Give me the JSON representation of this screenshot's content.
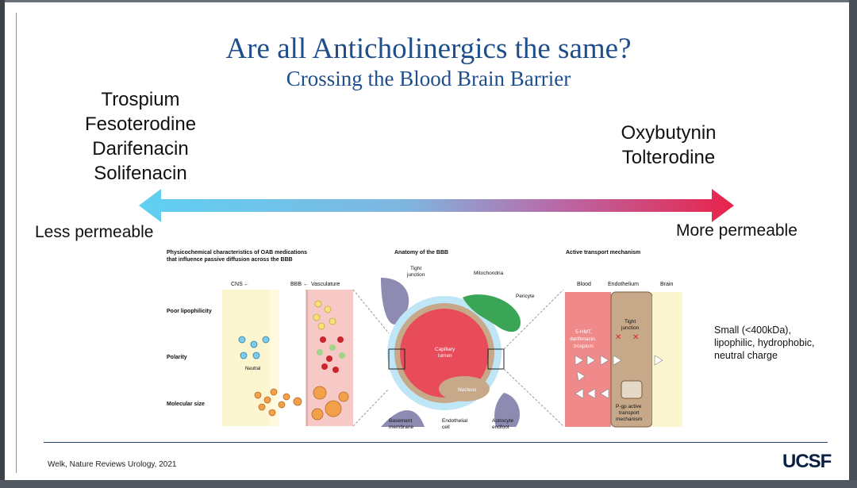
{
  "title": "Are all Anticholinergics the same?",
  "subtitle": "Crossing the Blood Brain Barrier",
  "left_drugs": [
    "Trospium",
    "Fesoterodine",
    "Darifenacin",
    "Solifenacin"
  ],
  "right_drugs": [
    "Oxybutynin",
    "Tolterodine"
  ],
  "less_label": "Less permeable",
  "more_label": "More permeable",
  "figure": {
    "panel1_title_line1": "Physicochemical characteristics of OAB medications",
    "panel1_title_line2": "that influence passive diffusion across the BBB",
    "cns": "CNS",
    "bbb": "BBB",
    "vasculature": "Vasculature",
    "poor_lipo": "Poor lipophilicity",
    "polarity": "Polarity",
    "neutral": "Neutral",
    "molecular_size": "Molecular size",
    "panel2_title": "Anatomy of the BBB",
    "tight_junction_1": "Tight",
    "tight_junction_2": "junction",
    "mitochondria": "Mitochondria",
    "pericyte": "Pericyte",
    "capillary_1": "Capillary",
    "capillary_2": "lumen",
    "nucleus": "Nucleus",
    "basement_1": "Basement",
    "basement_2": "membrane",
    "endothelial_1": "Endothelial",
    "endothelial_2": "cell",
    "astrocyte_1": "Astrocyte",
    "astrocyte_2": "endfoot",
    "panel3_title": "Active transport mechanism",
    "blood": "Blood",
    "endothelium": "Endothelium",
    "brain": "Brain",
    "hmt_1": "5-HMT,",
    "hmt_2": "darifenacin,",
    "hmt_3": "trospium",
    "pgp_1": "P-gp active",
    "pgp_2": "transport",
    "pgp_3": "mechanism"
  },
  "note": "Small (<400kDa), lipophilic, hydrophobic, neutral charge",
  "citation": "Welk, Nature Reviews Urology, 2021",
  "logo": "UCSF",
  "colors": {
    "title": "#1f4e8c",
    "arrow_left": "#5fd0f2",
    "arrow_right": "#e8234a"
  }
}
